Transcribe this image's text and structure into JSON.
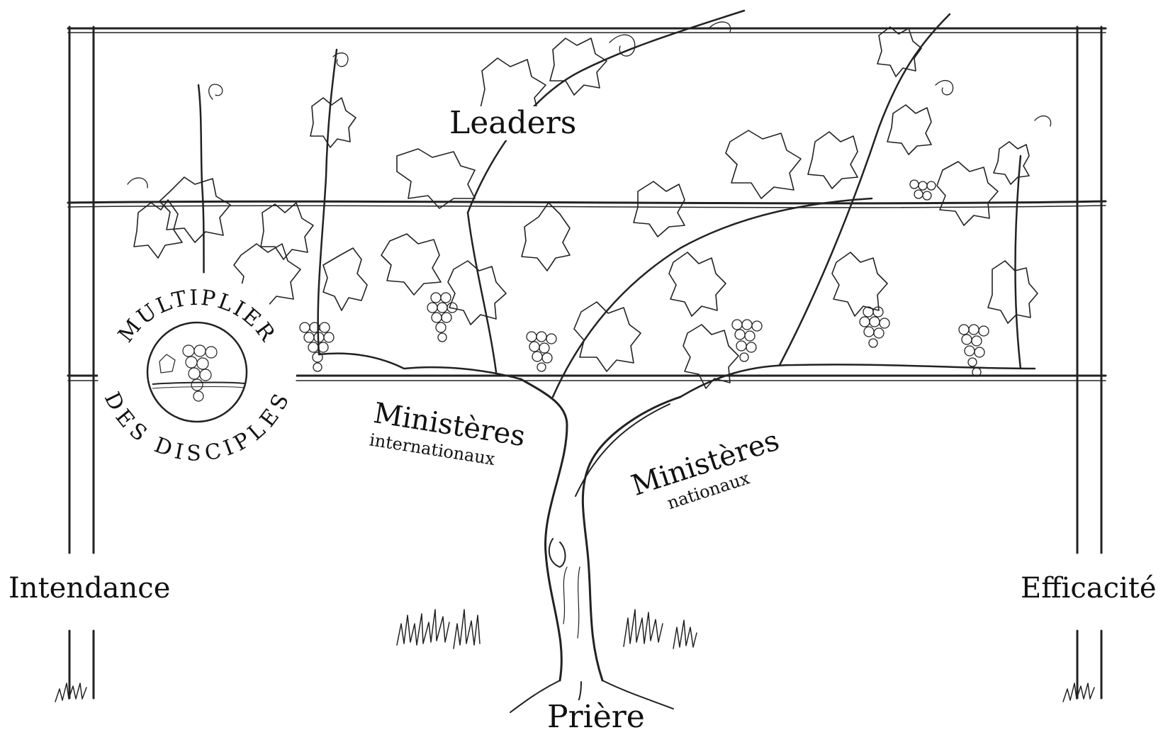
{
  "labels": {
    "leaders": "Leaders",
    "intendance": "Intendance",
    "efficacite": "Efficacité",
    "priere": "Prière",
    "ministeres_internationaux_main": "Ministères",
    "ministeres_internationaux_sub": "internationaux",
    "ministeres_nationaux_main": "Ministères",
    "ministeres_nationaux_sub": "nationaux"
  },
  "badge": {
    "top_arc": "MULTIPLIER",
    "bottom_arc": "DES DISCIPLES"
  },
  "colors": {
    "ink": "#111111",
    "background": "#ffffff"
  }
}
